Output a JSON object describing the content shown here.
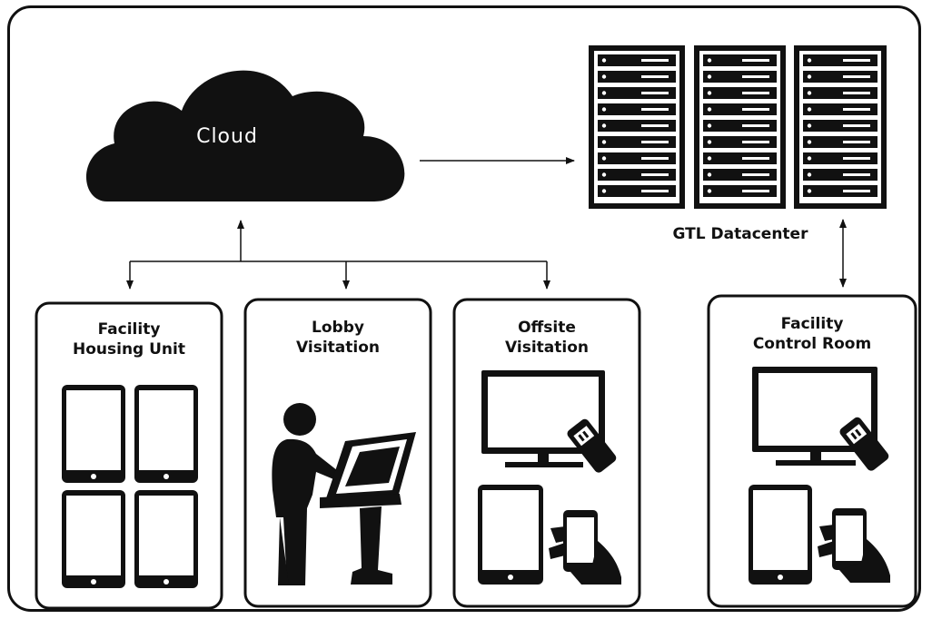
{
  "cloud": {
    "label": "Cloud"
  },
  "datacenter": {
    "label": "GTL Datacenter"
  },
  "panels": [
    {
      "id": "housing",
      "title": "Facility\nHousing Unit"
    },
    {
      "id": "lobby",
      "title": "Lobby\nVisitation"
    },
    {
      "id": "offsite",
      "title": "Offsite\nVisitation"
    },
    {
      "id": "control",
      "title": "Facility\nControl Room"
    }
  ]
}
